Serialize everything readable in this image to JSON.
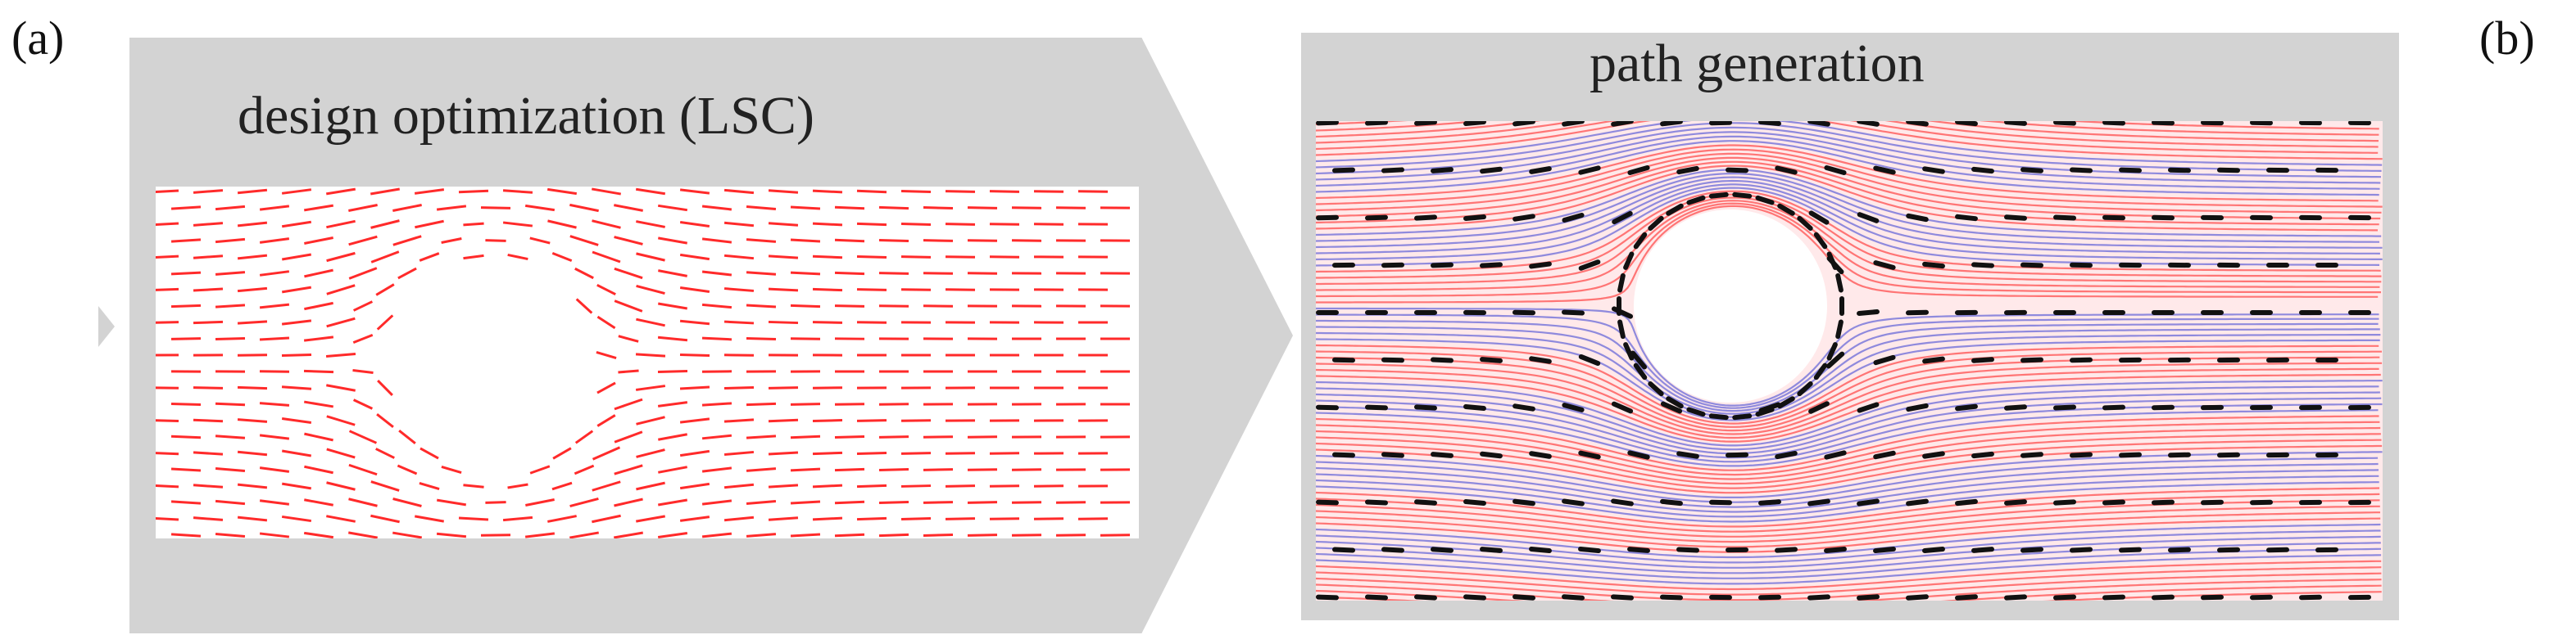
{
  "labels": {
    "panel_a": "(a)",
    "panel_b": "(b)"
  },
  "panel_a": {
    "title": "design optimization (LSC)",
    "shape": "rectangle-with-circular-hole",
    "fiber_color": "#ff2a2a"
  },
  "panel_b": {
    "title": "path generation",
    "shape": "rectangle-with-circular-hole",
    "path_colors": [
      "#ff4d4d",
      "#6a6ad8"
    ],
    "seed_marker_color": "#111111"
  },
  "colors": {
    "background": "#ffffff",
    "panel_fill": "#d3d3d3",
    "text": "#222222"
  }
}
